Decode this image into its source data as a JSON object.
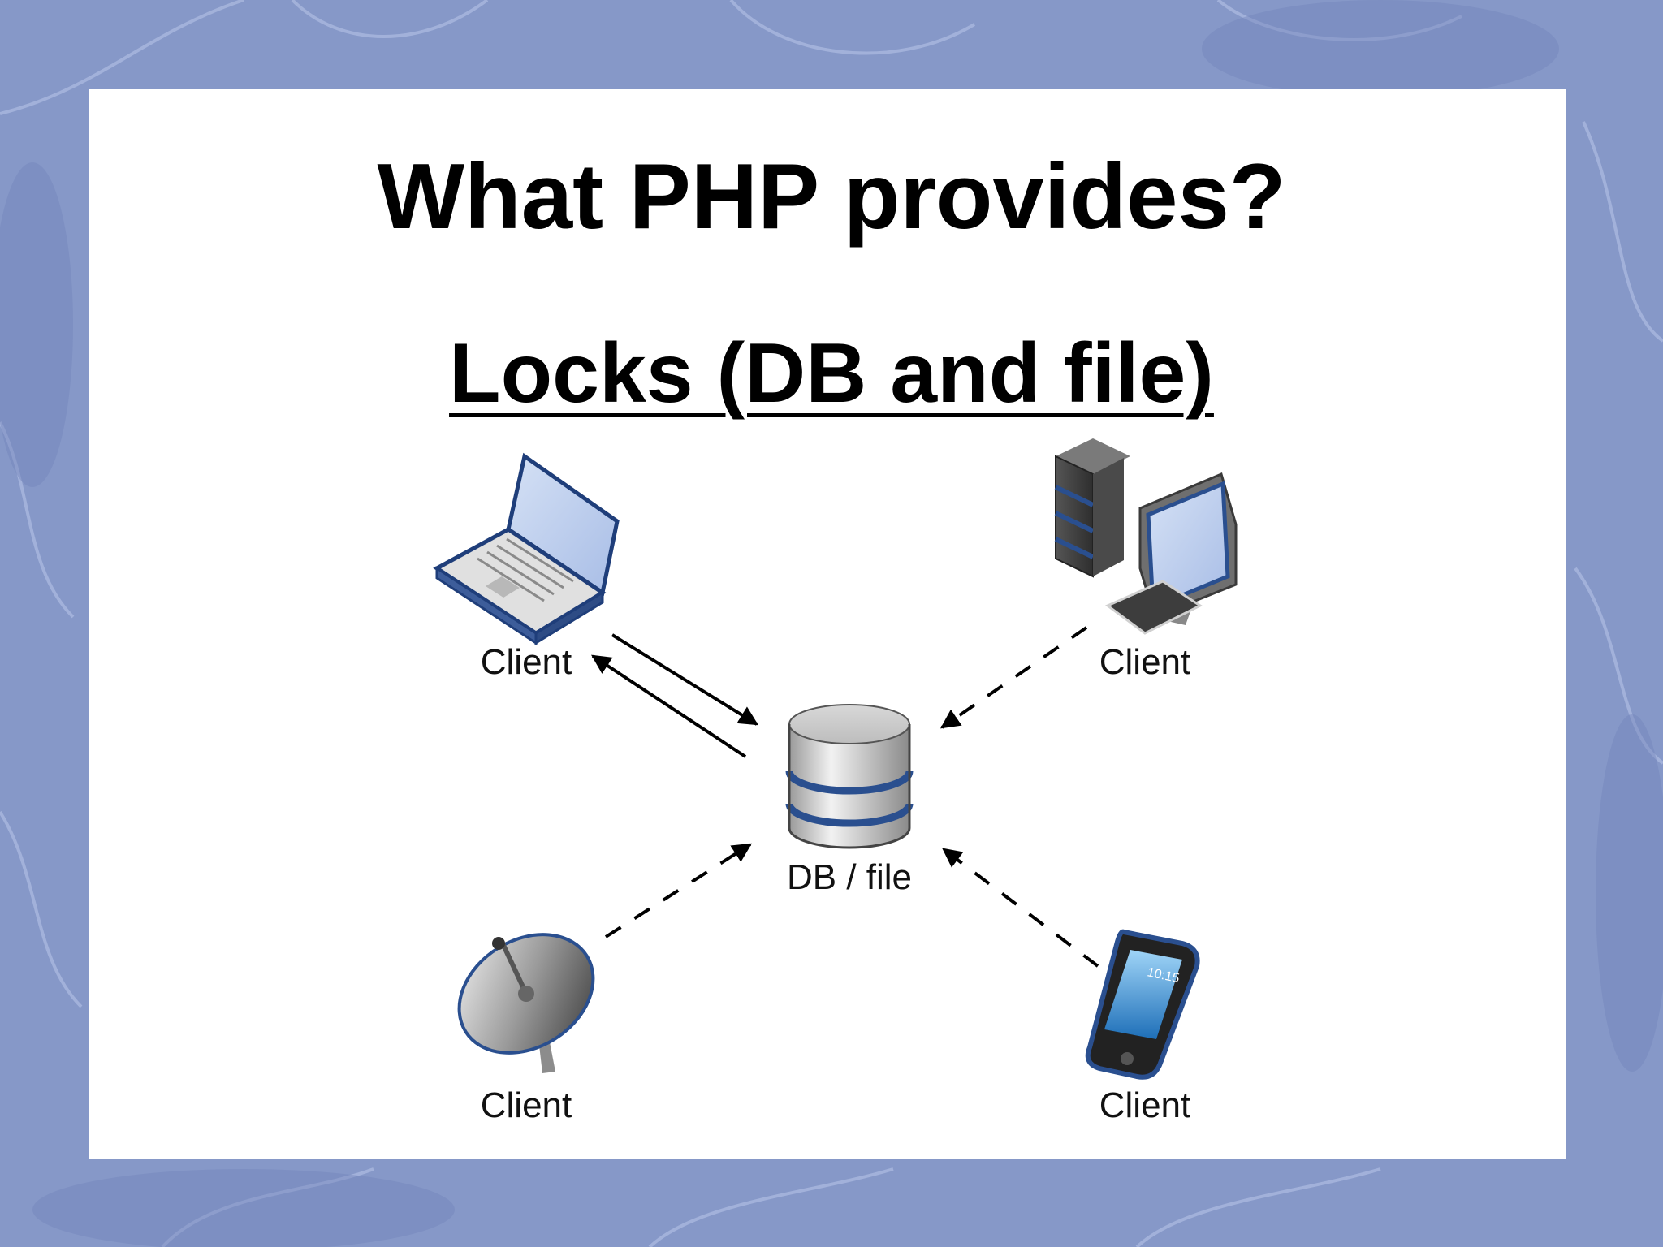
{
  "slide": {
    "title": "What PHP provides?",
    "subtitle": "Locks (DB and file)"
  },
  "diagram": {
    "center": {
      "label": "DB / file",
      "icon": "database-icon"
    },
    "clients": [
      {
        "label": "Client",
        "icon": "laptop-icon",
        "connection": "solid-bidirectional"
      },
      {
        "label": "Client",
        "icon": "desktop-computer-icon",
        "connection": "dashed"
      },
      {
        "label": "Client",
        "icon": "satellite-dish-icon",
        "connection": "dashed"
      },
      {
        "label": "Client",
        "icon": "smartphone-icon",
        "connection": "dashed"
      }
    ],
    "phone_time": "10:15"
  },
  "colors": {
    "background": "#8698c8",
    "slide": "#ffffff",
    "accent_blue": "#2a4f8f"
  }
}
